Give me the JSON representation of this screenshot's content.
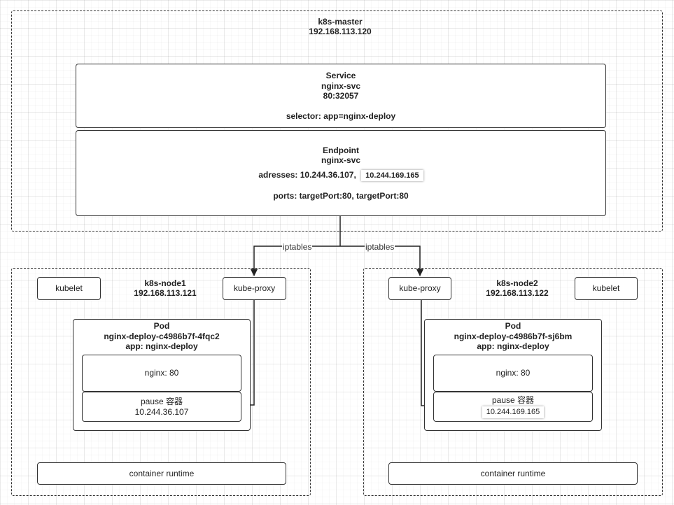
{
  "master": {
    "name": "k8s-master",
    "ip": "192.168.113.120",
    "service": {
      "title": "Service",
      "name": "nginx-svc",
      "ports": "80:32057",
      "selector": "selector: app=nginx-deploy"
    },
    "endpoint": {
      "title": "Endpoint",
      "name": "nginx-svc",
      "addresses_prefix": "adresses: 10.244.36.107,",
      "addresses_highlight": "10.244.169.165",
      "ports": "ports: targetPort:80, targetPort:80"
    }
  },
  "edges": {
    "left_label": "iptables",
    "right_label": "iptables"
  },
  "node1": {
    "name": "k8s-node1",
    "ip": "192.168.113.121",
    "kubelet": "kubelet",
    "kube_proxy": "kube-proxy",
    "pod": {
      "title": "Pod",
      "name": "nginx-deploy-c4986b7f-4fqc2",
      "label": "app: nginx-deploy",
      "container": "nginx: 80",
      "pause": "pause 容器",
      "pause_ip": "10.244.36.107"
    },
    "runtime": "container runtime"
  },
  "node2": {
    "name": "k8s-node2",
    "ip": "192.168.113.122",
    "kubelet": "kubelet",
    "kube_proxy": "kube-proxy",
    "pod": {
      "title": "Pod",
      "name": "nginx-deploy-c4986b7f-sj6bm",
      "label": "app: nginx-deploy",
      "container": "nginx: 80",
      "pause": "pause 容器",
      "pause_ip": "10.244.169.165"
    },
    "runtime": "container runtime"
  }
}
